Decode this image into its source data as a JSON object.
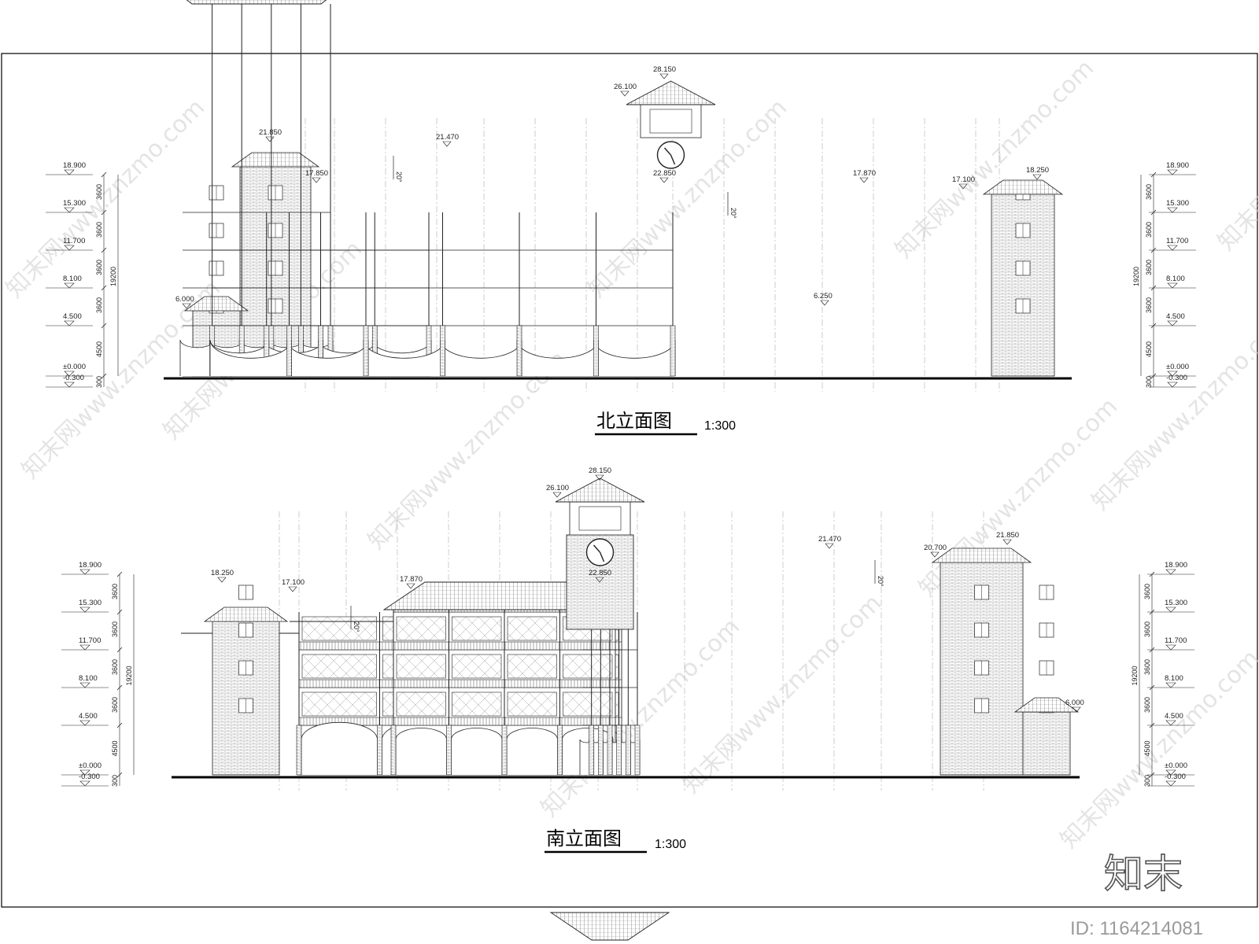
{
  "elevations": [
    {
      "title": "北立面图",
      "scale": "1:300",
      "levels_left": [
        "18.900",
        "15.300",
        "11.700",
        "8.100",
        "4.500",
        "±0.000",
        "-0.300"
      ],
      "levels_right": [
        "18.900",
        "15.300",
        "11.700",
        "8.100",
        "4.500",
        "±0.000",
        "-0.300"
      ],
      "dims_left": [
        "3600",
        "3600",
        "3600",
        "3600",
        "4500",
        "300"
      ],
      "dims_right": [
        "3600",
        "3600",
        "3600",
        "3600",
        "4500",
        "300"
      ],
      "total_height": "19200",
      "roof_marks": [
        "28.150",
        "26.100",
        "21.850",
        "21.470",
        "17.870",
        "18.250",
        "17.100",
        "17.850",
        "6.000",
        "6.250",
        "22.850"
      ],
      "slopes": [
        "20°",
        "20°"
      ]
    },
    {
      "title": "南立面图",
      "scale": "1:300",
      "levels_left": [
        "18.900",
        "15.300",
        "11.700",
        "8.100",
        "4.500",
        "±0.000",
        "-0.300"
      ],
      "levels_right": [
        "18.900",
        "15.300",
        "11.700",
        "8.100",
        "4.500",
        "±0.000",
        "-0.300"
      ],
      "dims_left": [
        "3600",
        "3600",
        "3600",
        "3600",
        "4500",
        "300"
      ],
      "dims_right": [
        "3600",
        "3600",
        "3600",
        "3600",
        "4500",
        "300"
      ],
      "total_height": "19200",
      "roof_marks": [
        "28.150",
        "26.100",
        "18.250",
        "17.100",
        "17.870",
        "21.470",
        "20.700",
        "21.850",
        "6.000",
        "22.850"
      ],
      "slopes": [
        "20°",
        "20°"
      ]
    }
  ],
  "watermark": "知末网www.znzmo.com",
  "brand": "知末",
  "image_id": "ID: 1164214081",
  "colors": {
    "line": "#222222",
    "ground": "#000000",
    "watermark": "#cfcfcf"
  }
}
